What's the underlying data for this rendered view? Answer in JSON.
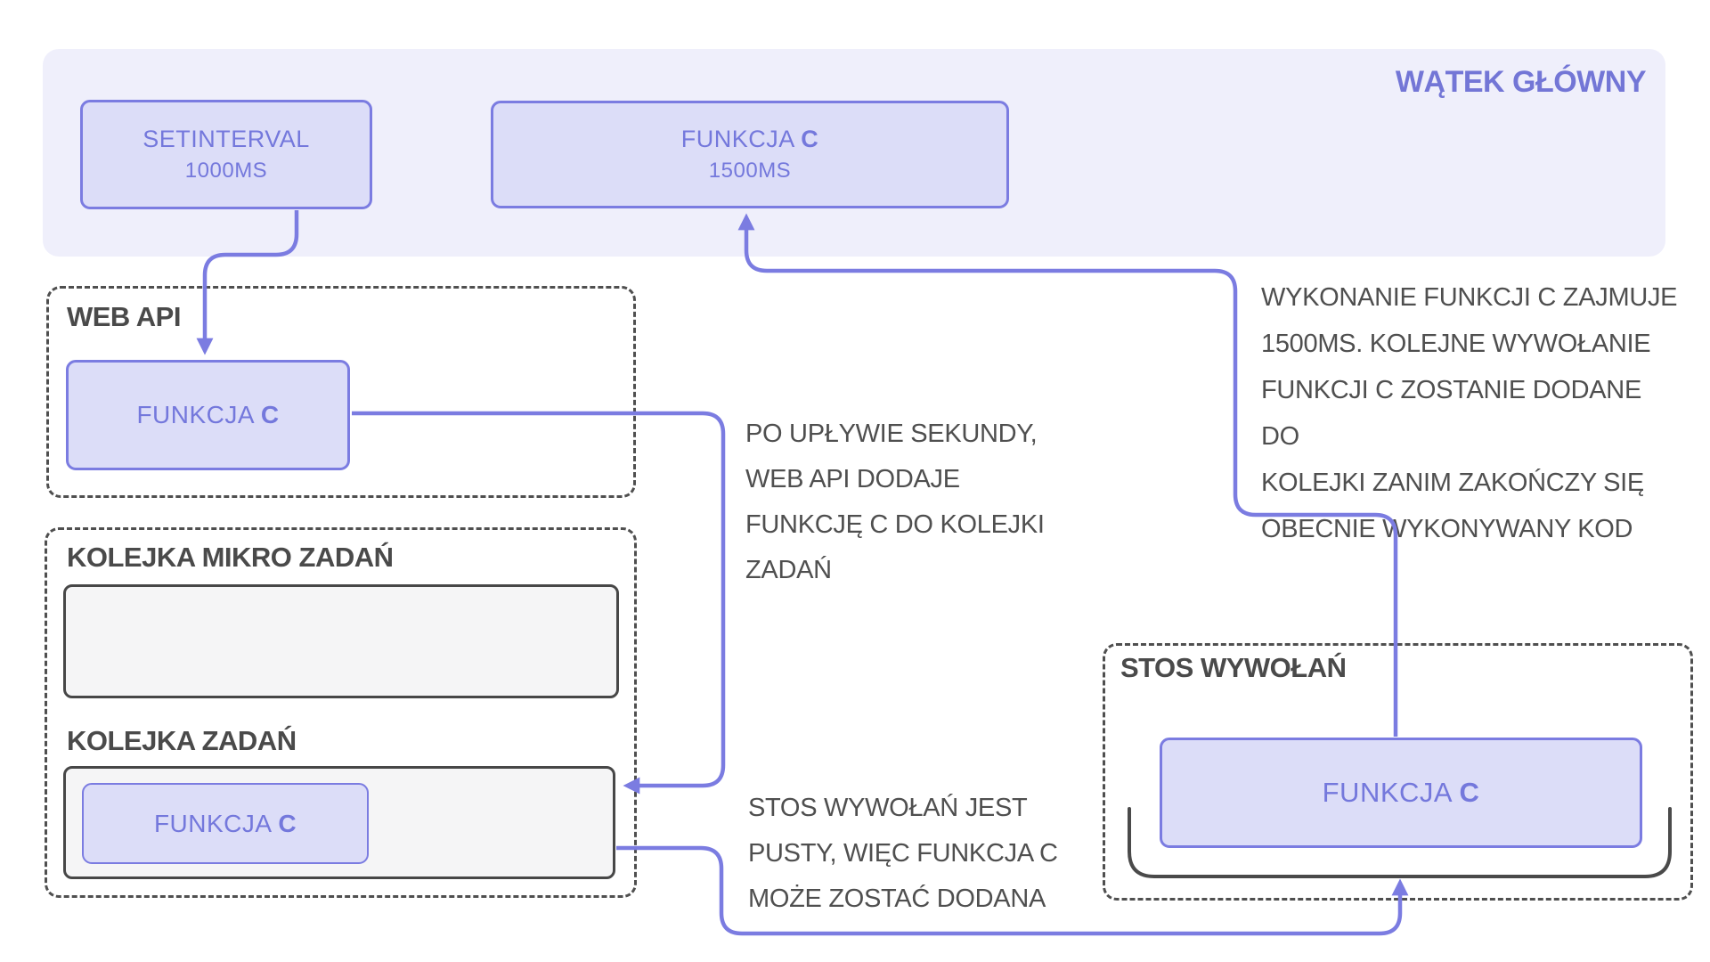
{
  "main_thread": {
    "title": "WĄTEK GŁÓWNY",
    "setinterval_box": {
      "line1": "SETINTERVAL",
      "line2": "1000MS"
    },
    "funkcja_c_box": {
      "name": "FUNKCJA ",
      "name_bold": "C",
      "duration": "1500MS"
    }
  },
  "web_api": {
    "title": "WEB API",
    "funkcja_c_box": {
      "name": "FUNKCJA ",
      "name_bold": "C"
    }
  },
  "queues": {
    "micro_title": "KOLEJKA MIKRO ZADAŃ",
    "task_title": "KOLEJKA ZADAŃ",
    "task_box": {
      "name": "FUNKCJA ",
      "name_bold": "C"
    }
  },
  "call_stack": {
    "title": "STOS WYWOŁAŃ",
    "funkcja_c_box": {
      "name": "FUNKCJA ",
      "name_bold": "C"
    }
  },
  "notes": {
    "web_api_to_queue": "PO UPŁYWIE SEKUNDY,\nWEB API DODAJE\nFUNKCJĘ C DO KOLEJKI\nZADAŃ",
    "execution": "WYKONANIE FUNKCJI C ZAJMUJE\n1500MS. KOLEJNE WYWOŁANIE\nFUNKCJI C ZOSTANIE DODANE DO\nKOLEJKI ZANIM ZAKOŃCZY SIĘ\nOBECNIE WYKONYWANY KOD",
    "stack_empty": "STOS WYWOŁAŃ JEST\nPUSTY, WIĘC FUNKCJA C\nMOŻE ZOSTAĆ DODANA"
  },
  "colors": {
    "accent_line": "#7b7ce1",
    "accent_text": "#7478dc",
    "purple_box_fill": "#dcddf8",
    "banner_fill": "#efeffb",
    "gray_text": "#4f4f4f",
    "gray_border": "#474747",
    "gray_slot_fill": "#f5f5f6"
  }
}
